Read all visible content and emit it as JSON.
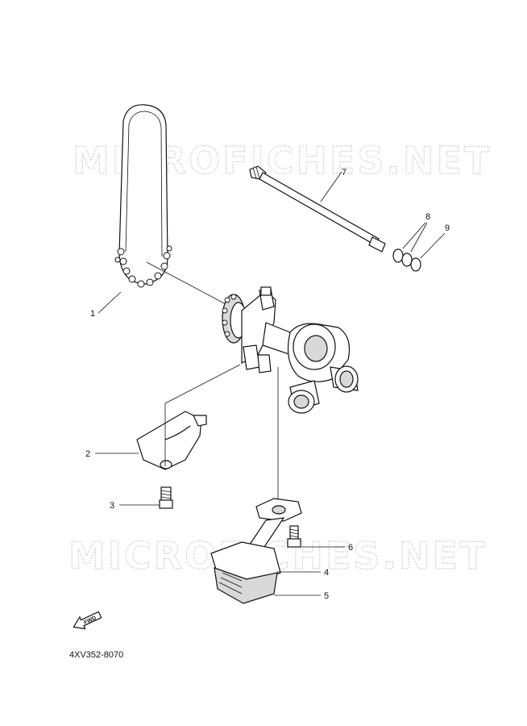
{
  "diagram_code": "4XV352-8070",
  "watermark_text": "MICROFICHES.NET",
  "fwd_label": "FWD",
  "callouts": [
    "1",
    "2",
    "3",
    "4",
    "5",
    "6",
    "7",
    "8",
    "9"
  ]
}
